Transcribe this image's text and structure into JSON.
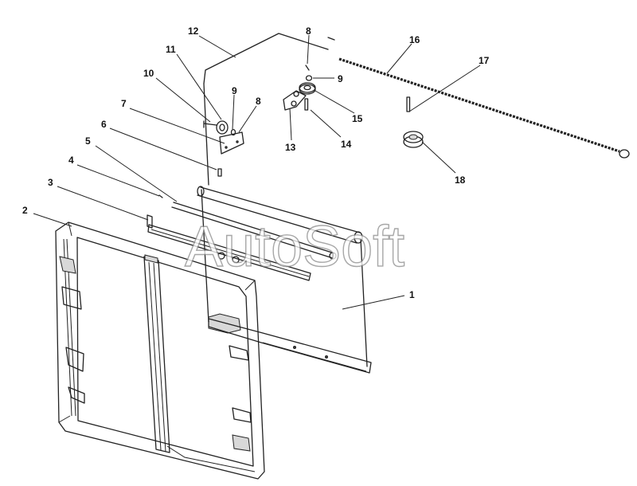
{
  "watermark": "AutoSoft",
  "callouts": [
    {
      "id": "c1",
      "text": "1"
    },
    {
      "id": "c2",
      "text": "2"
    },
    {
      "id": "c3",
      "text": "3"
    },
    {
      "id": "c4",
      "text": "4"
    },
    {
      "id": "c5",
      "text": "5"
    },
    {
      "id": "c6",
      "text": "6"
    },
    {
      "id": "c7",
      "text": "7"
    },
    {
      "id": "c8a",
      "text": "8"
    },
    {
      "id": "c8b",
      "text": "8"
    },
    {
      "id": "c9a",
      "text": "9"
    },
    {
      "id": "c9b",
      "text": "9"
    },
    {
      "id": "c10",
      "text": "10"
    },
    {
      "id": "c11",
      "text": "11"
    },
    {
      "id": "c12",
      "text": "12"
    },
    {
      "id": "c13",
      "text": "13"
    },
    {
      "id": "c14",
      "text": "14"
    },
    {
      "id": "c15",
      "text": "15"
    },
    {
      "id": "c16",
      "text": "16"
    },
    {
      "id": "c17",
      "text": "17"
    },
    {
      "id": "c18",
      "text": "18"
    }
  ]
}
